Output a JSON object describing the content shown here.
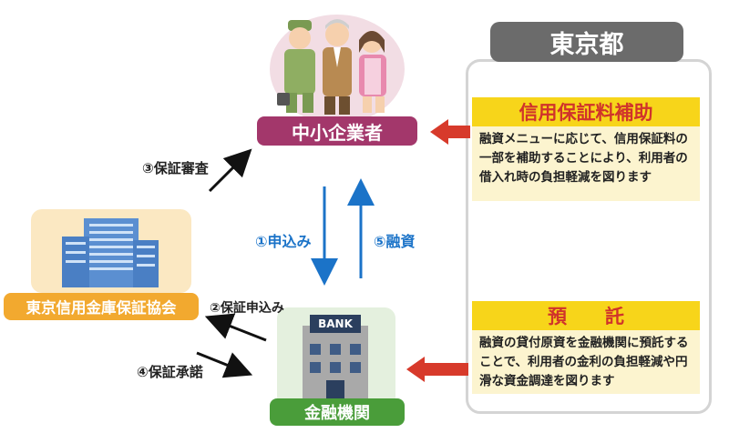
{
  "tokyo": {
    "header": "東京都",
    "subsidy_title": "信用保証料補助",
    "subsidy_text": "融資メニューに応じて、信用保証料の一部を補助することにより、利用者の借入れ時の負担軽減を図ります",
    "deposit_title": "預　　託",
    "deposit_text": "融資の貸付原資を金融機関に預託することで、利用者の金利の負担軽減や円滑な資金調達を図ります"
  },
  "entities": {
    "sme": "中小企業者",
    "guarantee_assoc": "東京信用金庫保証協会",
    "financial_inst": "金融機関",
    "bank_sign": "BANK"
  },
  "steps": {
    "s1": "①申込み",
    "s2": "②保証申込み",
    "s3": "③保証審査",
    "s4": "④保証承諾",
    "s5": "⑤融資"
  },
  "colors": {
    "sme_pill": "#a3376b",
    "assoc_pill": "#f2a92f",
    "bank_pill": "#4a9d3a",
    "arrow_blue": "#1b73c8",
    "arrow_red": "#d73a2b",
    "yellow": "#f7d51a"
  }
}
